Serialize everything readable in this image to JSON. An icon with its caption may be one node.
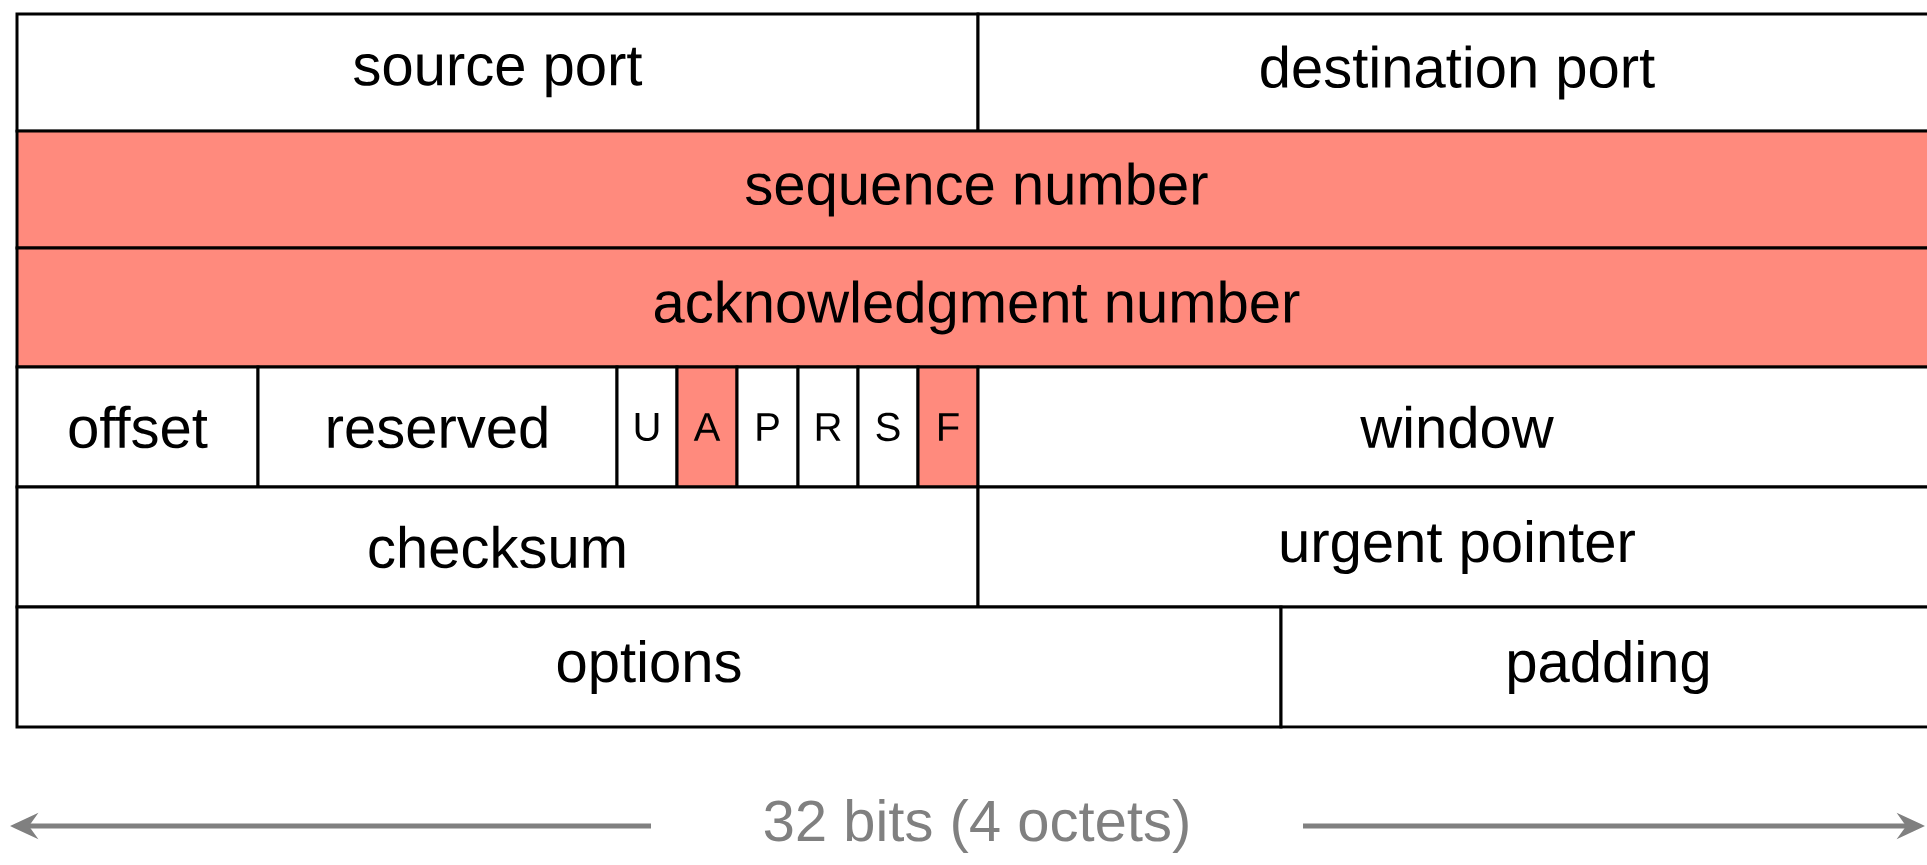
{
  "diagram": {
    "nodes": [
      {
        "text": [
          "source port"
        ]
      },
      {
        "text": [
          "destination port"
        ]
      },
      {
        "text": [
          "sequence number"
        ]
      },
      {
        "text": [
          "acknowledgment number"
        ]
      },
      {
        "text": [
          "offset"
        ]
      },
      {
        "text": [
          "reserved"
        ]
      },
      {
        "text": [
          "U"
        ]
      },
      {
        "text": [
          "A"
        ]
      },
      {
        "text": [
          "P"
        ]
      },
      {
        "text": [
          "R"
        ]
      },
      {
        "text": [
          "S"
        ]
      },
      {
        "text": [
          "F"
        ]
      },
      {
        "text": [
          "window"
        ]
      },
      {
        "text": [
          "checksum"
        ]
      },
      {
        "text": [
          "urgent pointer"
        ]
      },
      {
        "text": [
          "options"
        ]
      },
      {
        "text": [
          "padding"
        ]
      }
    ],
    "labels": [
      "32 bits (4 octets)"
    ]
  }
}
